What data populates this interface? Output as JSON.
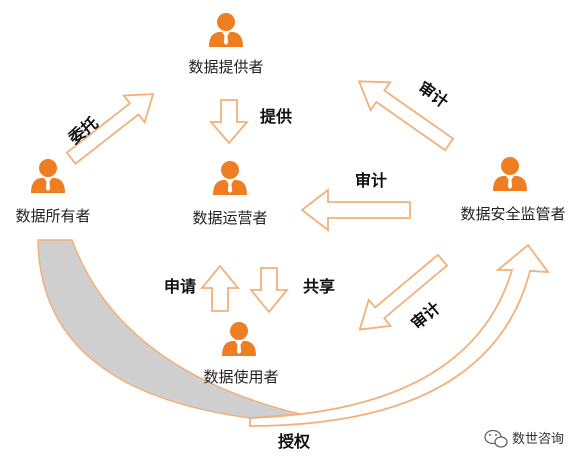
{
  "roles": {
    "provider": "数据提供者",
    "operator": "数据运营者",
    "owner": "数据所有者",
    "supervisor": "数据安全监管者",
    "user": "数据使用者"
  },
  "actions": {
    "entrust": "委托",
    "provide": "提供",
    "audit_top": "审计",
    "audit_mid": "审计",
    "audit_low": "审计",
    "apply": "申请",
    "share": "共享",
    "authorize": "授权"
  },
  "watermark": {
    "text": "数世咨询"
  },
  "colors": {
    "person": "#ef7d22",
    "arrow_stroke": "#f2b07a",
    "arc_fill": "#cfcfcf"
  }
}
